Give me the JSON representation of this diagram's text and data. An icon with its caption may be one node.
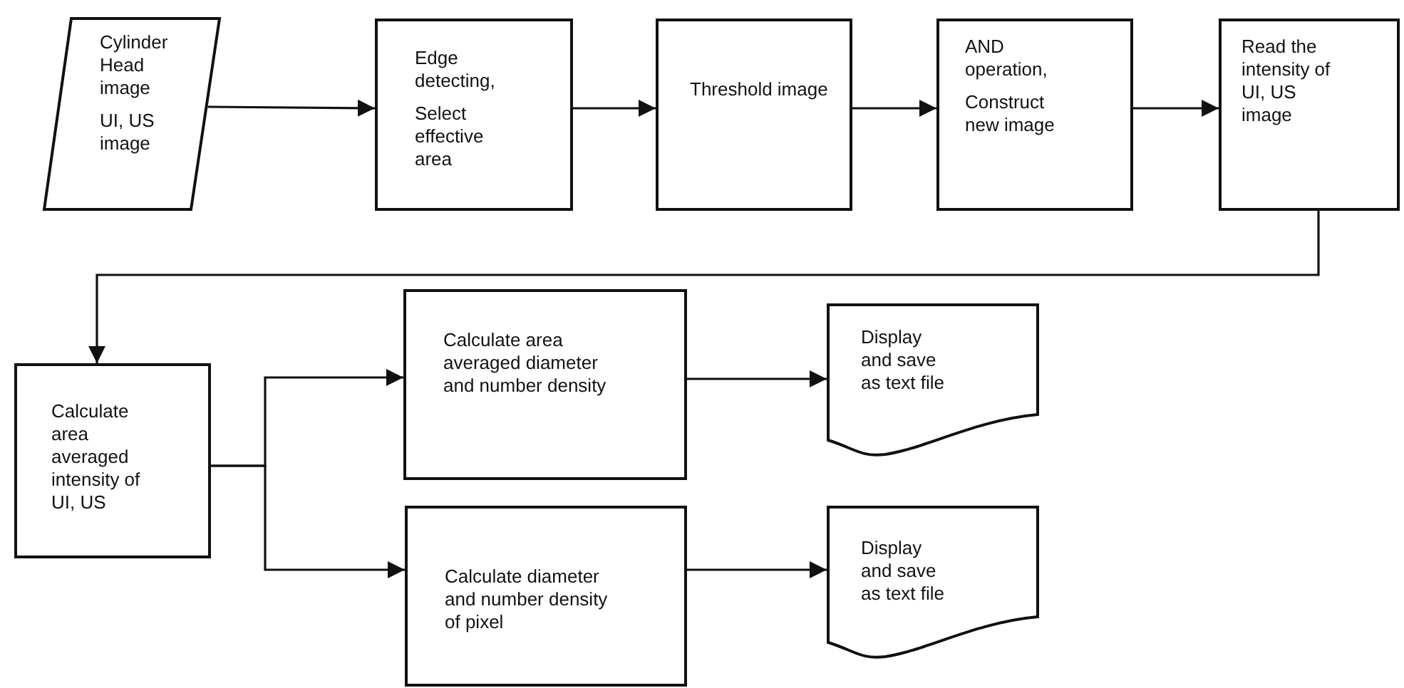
{
  "diagram": {
    "nodes": [
      {
        "text": [
          "Cylinder Head image",
          "UI, US image"
        ]
      },
      {
        "text": [
          "Edge detecting,",
          "Select effective area"
        ]
      },
      {
        "text": [
          "Threshold image"
        ]
      },
      {
        "text": [
          "AND operation,",
          "Construct new image"
        ]
      },
      {
        "text": [
          "Read the intensity of UI, US image"
        ]
      },
      {
        "text": [
          "Calculate area averaged intensity of UI, US"
        ]
      },
      {
        "text": [
          "Calculate area averaged diameter and number density"
        ]
      },
      {
        "text": [
          "Calculate diameter and number density of pixel"
        ]
      },
      {
        "text": [
          "Display and save as text file"
        ]
      },
      {
        "text": [
          "Display and save as text file"
        ]
      }
    ],
    "edges": [
      {
        "from": 0,
        "to": 1,
        "arrow": "to"
      },
      {
        "from": 1,
        "to": 2,
        "arrow": "to"
      },
      {
        "from": 2,
        "to": 3,
        "arrow": "to"
      },
      {
        "from": 3,
        "to": 4,
        "arrow": "to"
      },
      {
        "from": 4,
        "to": 5,
        "arrow": "to"
      },
      {
        "from": 5,
        "to": 6,
        "arrow": "to"
      },
      {
        "from": 5,
        "to": 7,
        "arrow": "to"
      },
      {
        "from": 6,
        "to": 8,
        "arrow": "to"
      },
      {
        "from": 7,
        "to": 9,
        "arrow": "to"
      }
    ]
  }
}
